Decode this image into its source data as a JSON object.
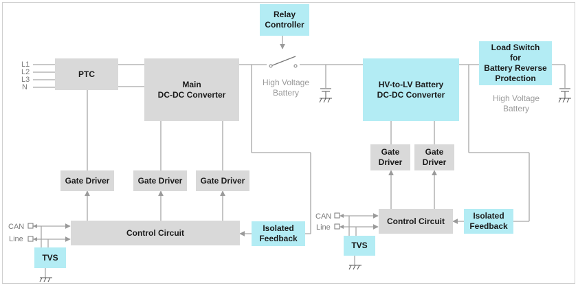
{
  "blocks": {
    "relay_controller": "Relay\nController",
    "ptc": "PTC",
    "main_dcdc": "Main\nDC-DC Converter",
    "hv_lv": "HV-to-LV Battery\nDC-DC Converter",
    "load_switch": "Load Switch\nfor\nBattery Reverse\nProtection",
    "gate_driver_1": "Gate Driver",
    "gate_driver_2": "Gate Driver",
    "gate_driver_3": "Gate Driver",
    "gate_driver_4": "Gate\nDriver",
    "gate_driver_5": "Gate\nDriver",
    "control_circuit_left": "Control Circuit",
    "control_circuit_right": "Control Circuit",
    "isolated_feedback_left": "Isolated\nFeedback",
    "isolated_feedback_right": "Isolated\nFeedback",
    "tvs_left": "TVS",
    "tvs_right": "TVS"
  },
  "labels": {
    "hv_battery_1": "High Voltage\nBattery",
    "hv_battery_2": "High Voltage\nBattery"
  },
  "inputs": {
    "l1": "L1",
    "l2": "L2",
    "l3": "L3",
    "n": "N",
    "can_left": "CAN",
    "line_left": "Line",
    "can_right": "CAN",
    "line_right": "Line"
  },
  "colors": {
    "gray_block": "#d9d9d9",
    "cyan_block": "#b3ecf4",
    "wire": "#a6a6a6"
  }
}
